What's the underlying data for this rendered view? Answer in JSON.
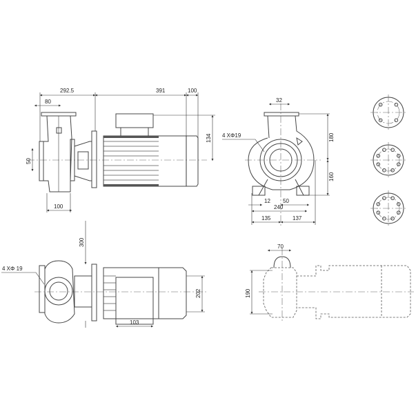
{
  "front_view": {
    "dims": {
      "overall_pump": "292.5",
      "motor_length": "391",
      "fan_clearance": "100",
      "discharge_offset": "80",
      "suction_dia": "50",
      "foot_width": "100",
      "motor_height": "134"
    }
  },
  "side_view": {
    "dims": {
      "discharge_width": "32",
      "upper_height": "180",
      "lower_height": "160",
      "foot_hole": "12",
      "foot_spacing": "50",
      "base_width": "240",
      "left_half": "135",
      "right_half": "137"
    },
    "bolt_note": "4  XΦ19"
  },
  "top_view": {
    "dims": {
      "clearance": "300",
      "motor_width": "202",
      "box_width": "103"
    },
    "bolt_note": "4  XΦ 19"
  },
  "outline_view": {
    "dims": {
      "flange_width": "70",
      "pump_height": "190"
    }
  },
  "flanges": {
    "bolt_counts": [
      4,
      8,
      8
    ]
  }
}
